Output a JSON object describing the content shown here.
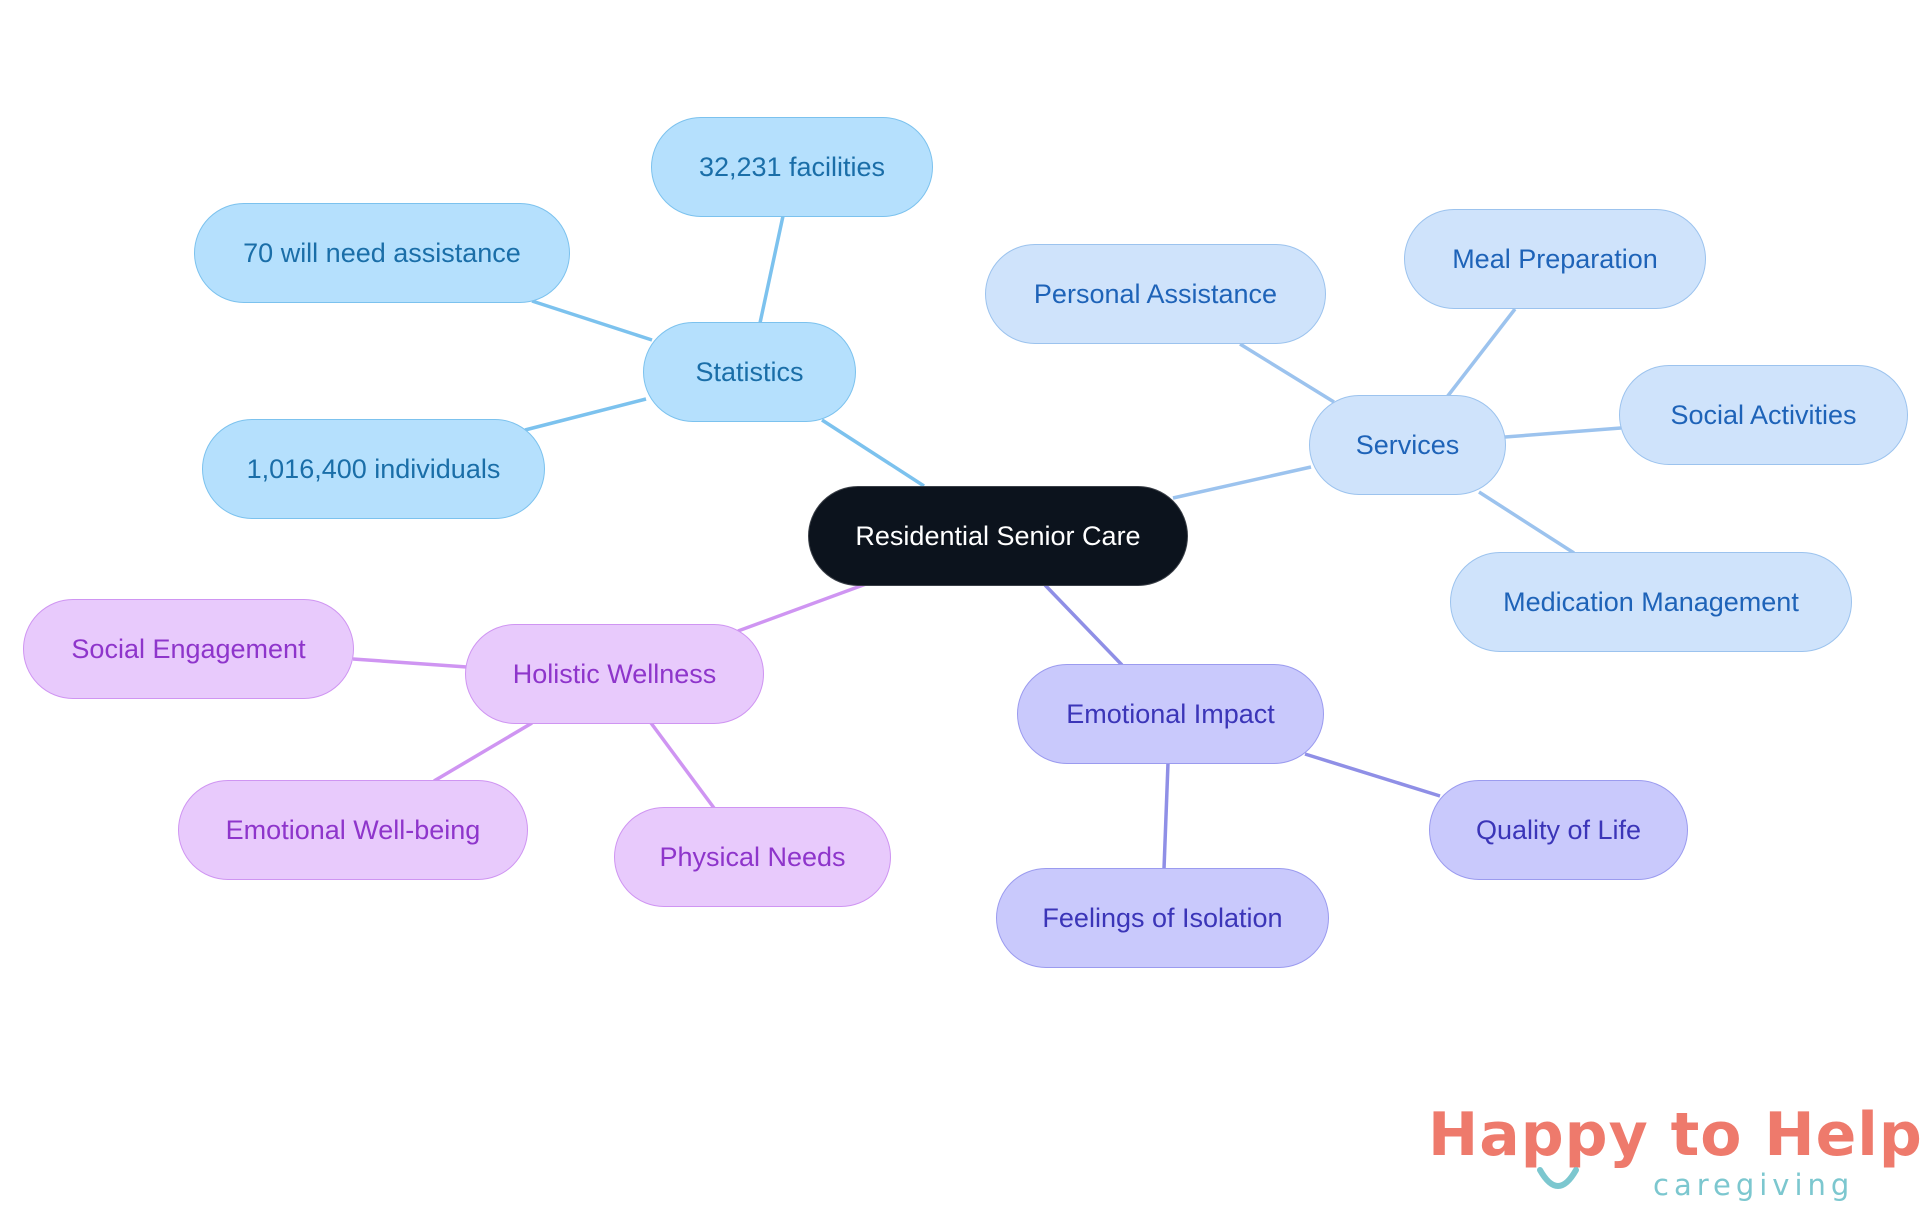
{
  "mindmap": {
    "root": "Residential Senior Care",
    "branches": {
      "statistics": {
        "label": "Statistics",
        "children": [
          "32,231 facilities",
          "70 will need assistance",
          "1,016,400 individuals"
        ]
      },
      "services": {
        "label": "Services",
        "children": [
          "Personal Assistance",
          "Meal Preparation",
          "Social Activities",
          "Medication Management"
        ]
      },
      "emotional_impact": {
        "label": "Emotional Impact",
        "children": [
          "Quality of Life",
          "Feelings of Isolation"
        ]
      },
      "holistic_wellness": {
        "label": "Holistic Wellness",
        "children": [
          "Social Engagement",
          "Emotional Well-being",
          "Physical Needs"
        ]
      }
    }
  },
  "colors": {
    "root": "#0c131d",
    "statistics": "#b5e0fd",
    "services": "#cfe3fb",
    "emotional_impact": "#c9c9fc",
    "holistic_wellness": "#e8cafc",
    "edge_statistics": "#7cc2ee",
    "edge_services": "#9cc3ee",
    "edge_emotional": "#8f8fe6",
    "edge_holistic": "#cf95f2",
    "logo_primary": "#ee7a6c",
    "logo_secondary": "#7cc7cf"
  },
  "logo": {
    "name": "Happy to Help",
    "tagline": "caregiving"
  }
}
